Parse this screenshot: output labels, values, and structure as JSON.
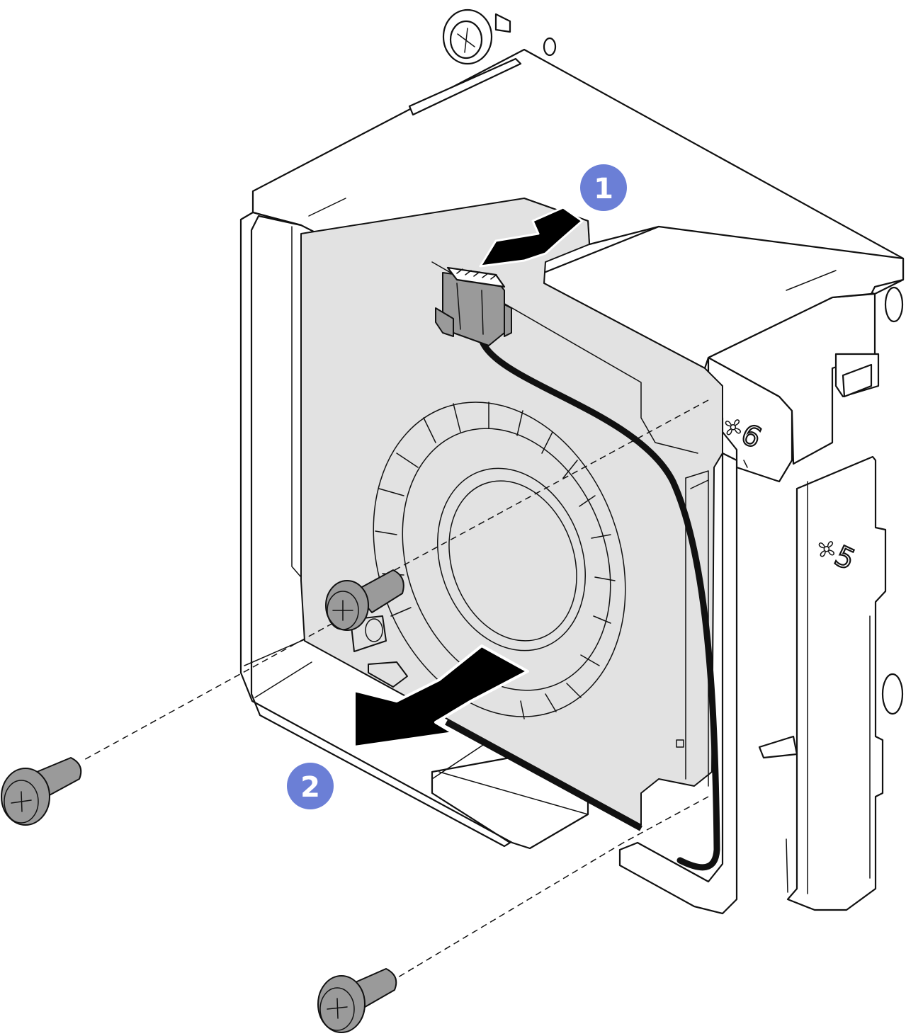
{
  "diagram": {
    "callouts": [
      {
        "number": "1",
        "color": "#6b7fd6"
      },
      {
        "number": "2",
        "color": "#6b7fd6"
      }
    ],
    "slot_labels": [
      {
        "fan_icon": "fan-icon",
        "number": "6"
      },
      {
        "fan_icon": "fan-icon",
        "number": "5"
      }
    ],
    "colors": {
      "line": "#111111",
      "fan_fill": "#e2e2e2",
      "screw_fill": "#9a9a9a",
      "arrow_fill": "#000000"
    }
  }
}
